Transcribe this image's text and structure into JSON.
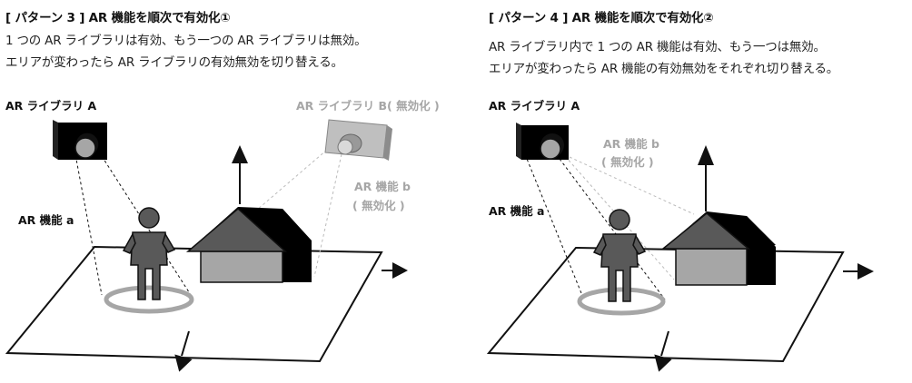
{
  "left": {
    "title": "[ パターン 3 ] AR 機能を順次で有効化①",
    "line1": "1 つの AR ライブラリは有効、もう一つの AR ライブラリは無効。",
    "line2": "エリアが変わったら AR ライブラリの有効無効を切り替える。",
    "camera_a_label": "AR ライブラリ A",
    "camera_b_label": "AR ライブラリ B( 無効化 )",
    "feature_a_label": "AR 機能 a",
    "feature_b_label": "AR 機能 b",
    "feature_b_sub": "( 無効化 )"
  },
  "right": {
    "title": "[ パターン 4 ] AR 機能を順次で有効化②",
    "line1": "AR ライブラリ内で 1 つの AR 機能は有効、もう一つは無効。",
    "line2": "エリアが変わったら AR 機能の有効無効をそれぞれ切り替える。",
    "camera_a_label": "AR ライブラリ A",
    "feature_a_label": "AR 機能 a",
    "feature_b_label": "AR 機能 b",
    "feature_b_sub": "( 無効化 )"
  }
}
